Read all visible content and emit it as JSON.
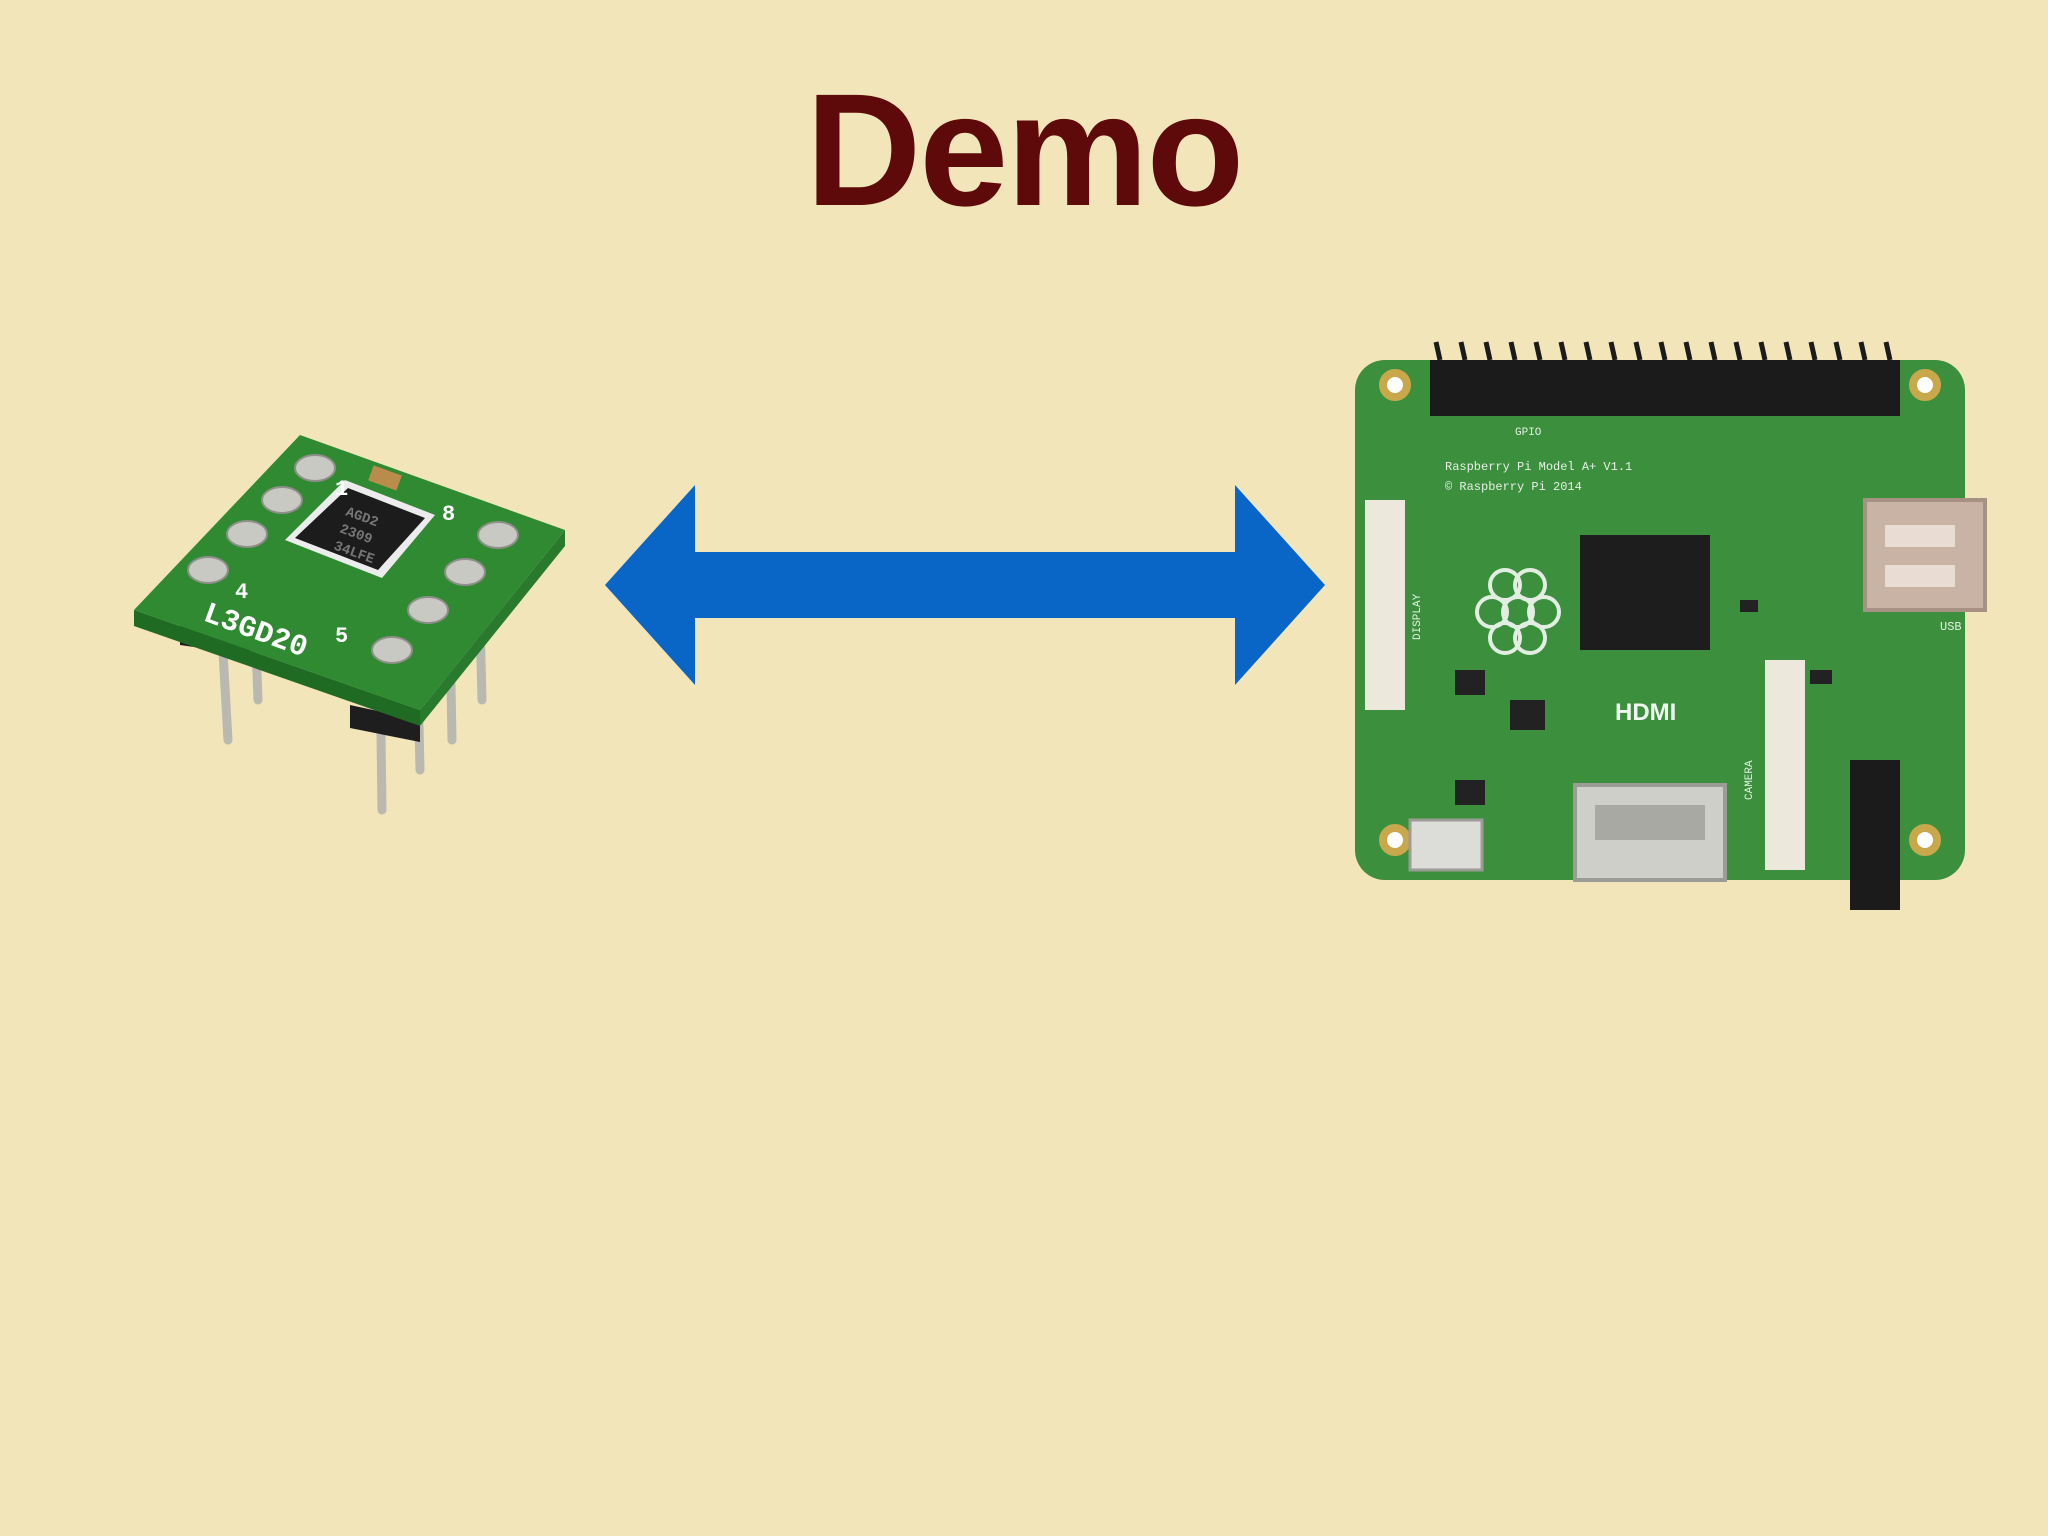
{
  "slide": {
    "title": "Demo",
    "colors": {
      "background": "#f3e5ba",
      "title": "#5e0a0a",
      "arrow": "#0966c7",
      "pcb": "#2f8a32"
    }
  },
  "sensor_board": {
    "icon": "l3gd20-breakout-board-icon",
    "label": "L3GD20",
    "chip_text": [
      "AGD2",
      "2309",
      "34LFE"
    ],
    "pin_labels": [
      "1",
      "4",
      "5",
      "8"
    ]
  },
  "connection": {
    "icon": "double-headed-arrow-icon"
  },
  "raspberry_pi": {
    "icon": "raspberry-pi-board-icon",
    "model_text": "Raspberry Pi Model A+ V1.1",
    "copyright_text": "© Raspberry Pi 2014",
    "hdmi_label": "HDMI",
    "usb_label": "USB",
    "display_label": "DISPLAY",
    "camera_label": "CAMERA",
    "gpio_label": "GPIO"
  }
}
